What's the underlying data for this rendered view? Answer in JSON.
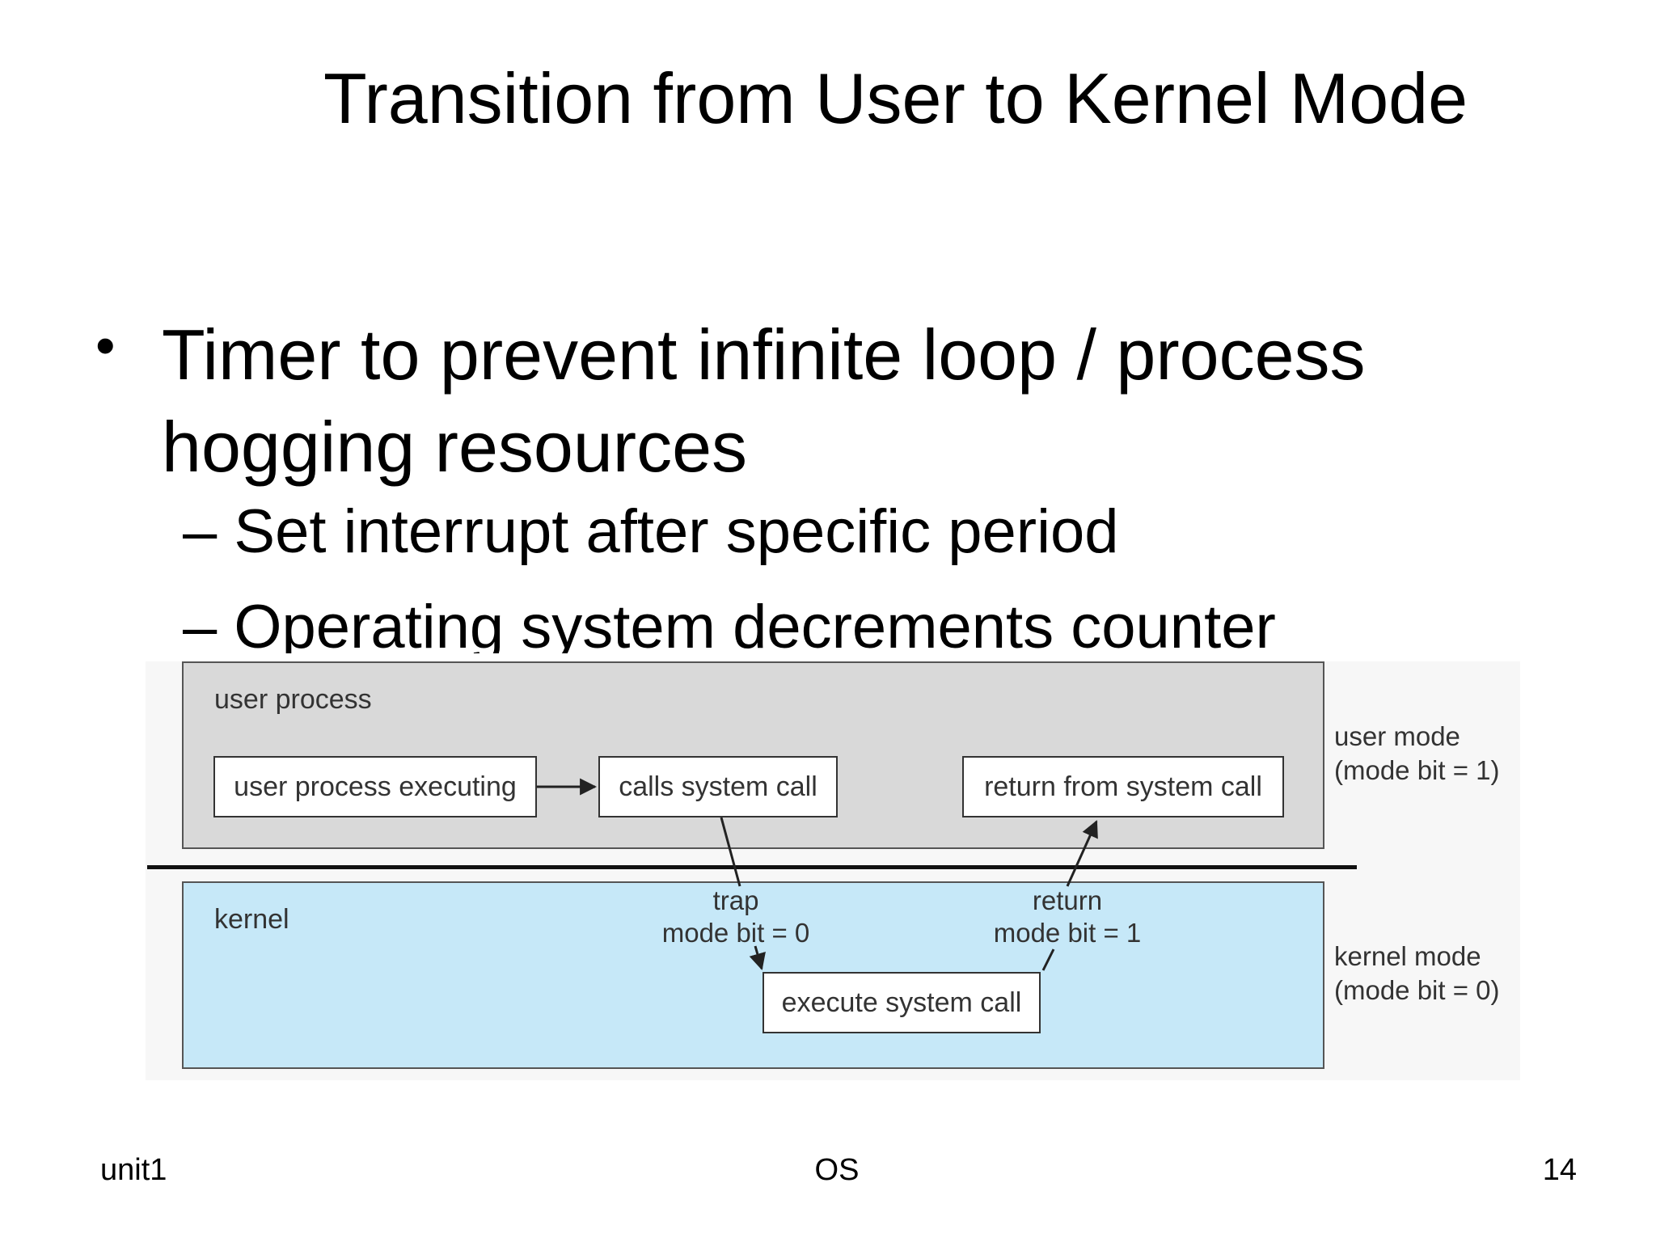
{
  "slide": {
    "title": "Transition from User to Kernel Mode",
    "bullet": "Timer to prevent infinite loop / process hogging resources",
    "subbullets": [
      "Set interrupt after specific period",
      "Operating system decrements counter"
    ],
    "subbullet_marker": "–",
    "bullet_marker": "•"
  },
  "diagram": {
    "user_area_label": "user process",
    "kernel_area_label": "kernel",
    "boxes": {
      "user_executing": "user process executing",
      "calls_syscall": "calls system call",
      "return_from_syscall": "return from system call",
      "execute_syscall": "execute system call"
    },
    "transitions": {
      "trap_line1": "trap",
      "trap_line2": "mode bit = 0",
      "return_line1": "return",
      "return_line2": "mode bit = 1"
    },
    "modes": {
      "user_line1": "user mode",
      "user_line2": "(mode bit = 1)",
      "kernel_line1": "kernel mode",
      "kernel_line2": "(mode bit = 0)"
    }
  },
  "footer": {
    "left": "unit1",
    "center": "OS",
    "right": "14"
  }
}
